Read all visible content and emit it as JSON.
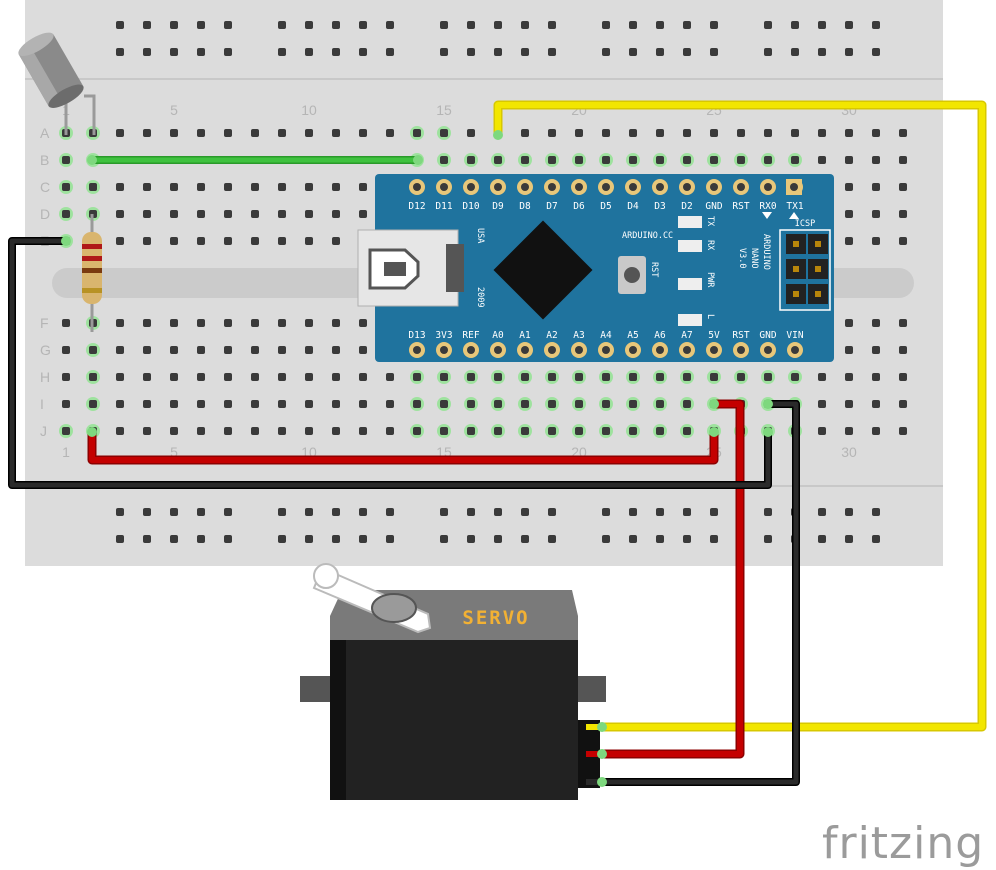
{
  "breadboard": {
    "row_labels_top": [
      "A",
      "B",
      "C",
      "D",
      "E"
    ],
    "row_labels_bottom": [
      "F",
      "G",
      "H",
      "I",
      "J"
    ],
    "column_numbers_top": [
      "1",
      "5",
      "10",
      "15",
      "20",
      "25",
      "30"
    ],
    "column_numbers_bottom": [
      "1",
      "5",
      "10",
      "15",
      "20",
      "25",
      "30"
    ]
  },
  "nano": {
    "top_pins": [
      "D12",
      "D11",
      "D10",
      "D9",
      "D8",
      "D7",
      "D6",
      "D5",
      "D4",
      "D3",
      "D2",
      "GND",
      "RST",
      "RX0",
      "TX1"
    ],
    "bottom_pins": [
      "D13",
      "3V3",
      "REF",
      "A0",
      "A1",
      "A2",
      "A3",
      "A4",
      "A5",
      "A6",
      "A7",
      "5V",
      "RST",
      "GND",
      "VIN"
    ],
    "website": "ARDUINO.CC",
    "usa": "USA",
    "year": "2009",
    "rst_button_label": "RST",
    "leds": [
      "TX",
      "RX",
      "PWR",
      "L"
    ],
    "icsp_label": "ICSP",
    "name_lines": [
      "ARDUINO",
      "NANO",
      "V3.0"
    ]
  },
  "servo": {
    "label": "SERVO"
  },
  "brand": {
    "label": "fritzing"
  },
  "colors": {
    "breadboard": "#dcdcdc",
    "nano_board": "#1f739e",
    "wire_yellow": "#f2e600",
    "wire_red": "#c40000",
    "wire_black": "#1a1a1a",
    "wire_green": "#3fc23f",
    "servo_body": "#222222"
  }
}
